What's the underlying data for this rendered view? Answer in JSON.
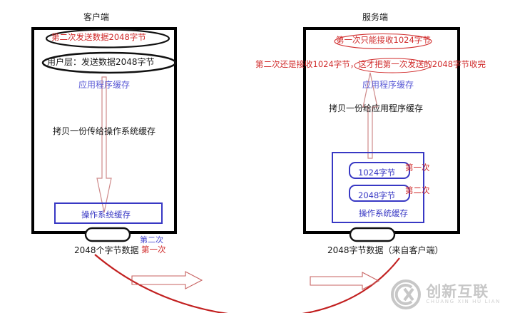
{
  "diagram": {
    "title_left": "客户端",
    "title_right": "服务端",
    "client": {
      "annotation_second_send": "第二次发送数据2048字节",
      "user_layer": "用户层：发送数据2048字节",
      "app_buffer": "应用程序缓存",
      "copy_note": "拷贝一份传给操作系统缓存",
      "os_buffer": "操作系统缓存",
      "outbound_data": "2048个字节数据",
      "outbound_first": "第一次",
      "outbound_second": "第二次"
    },
    "server": {
      "annotation_first_recv": "第一次只能接收1024字节",
      "annotation_second_recv": "第二次还是接收1024字节，这才把第一次发送的2048字节收完",
      "app_buffer": "应用程序缓存",
      "copy_note": "拷贝一份给应用程序缓存",
      "os_buffer": "操作系统缓存",
      "chunks": [
        {
          "size": "1024字节",
          "order": "第一次"
        },
        {
          "size": "2048字节",
          "order": "第二次"
        }
      ],
      "inbound_data": "2048字节数据（来自客户端）"
    },
    "colors": {
      "annotation_red": "#d02a2a",
      "buffer_blue": "#3838c4",
      "label_blue": "#5b5bd6",
      "container_black": "#000000",
      "flow_red": "#c22020"
    }
  },
  "watermark": {
    "cn": "创新互联",
    "en": "CHUANG XIN HU LIAN"
  }
}
